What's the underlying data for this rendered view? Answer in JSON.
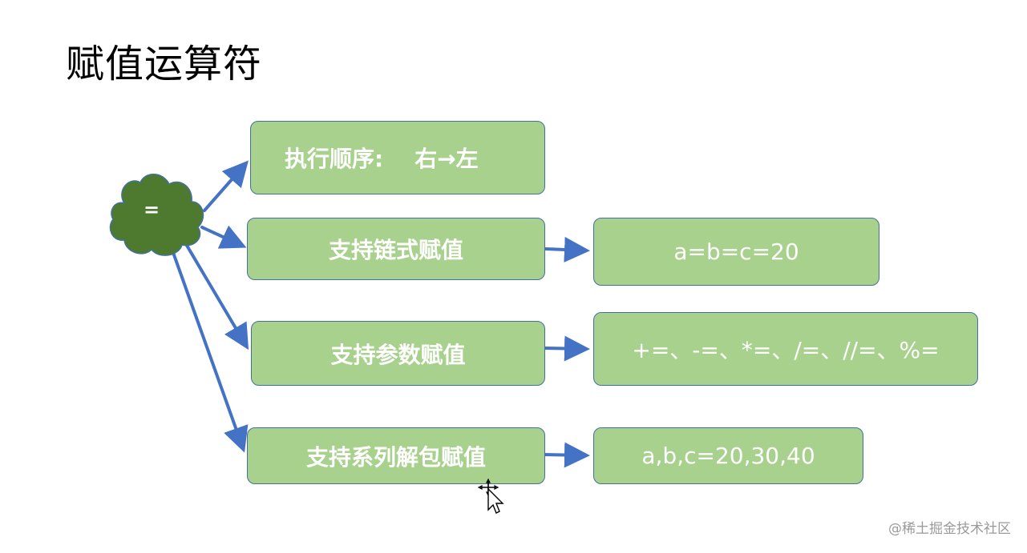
{
  "title": "赋值运算符",
  "center_node": {
    "label": "="
  },
  "nodes": {
    "order": "执行顺序:    右→左",
    "chain": "支持链式赋值",
    "param": "支持参数赋值",
    "unpack": "支持系列解包赋值"
  },
  "examples": {
    "chain": "a=b=c=20",
    "param": "+=、-=、*=、/=、//=、%=",
    "unpack": "a,b,c=20,30,40"
  },
  "watermark": "@稀土掘金技术社区",
  "colors": {
    "box_fill": "#a9d18e",
    "box_border": "#41719c",
    "arrow": "#4472c4",
    "cloud_fill": "#4e7a2f",
    "cloud_border": "#41719c"
  }
}
